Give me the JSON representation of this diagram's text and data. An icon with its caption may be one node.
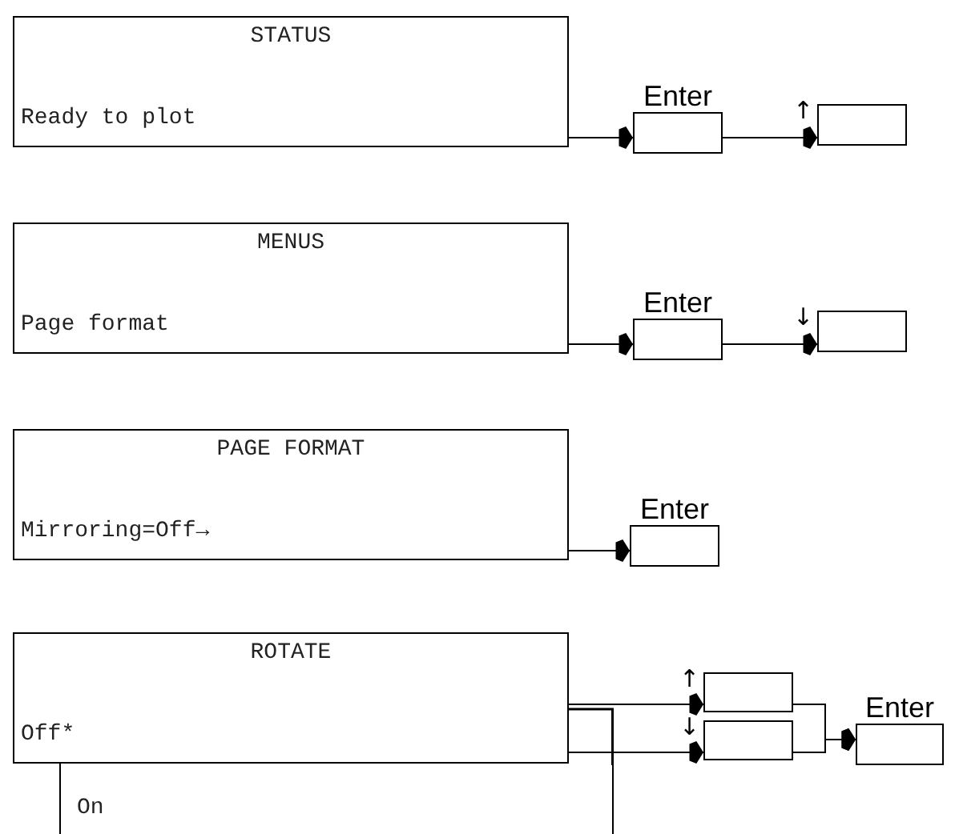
{
  "diagram": {
    "nodes": [
      {
        "text": [
          "STATUS",
          "Ready to plot"
        ]
      },
      {
        "text": [
          "Enter"
        ]
      },
      {
        "text": [],
        "shape": "box",
        "beside": [
          "↑"
        ]
      },
      {
        "text": [
          "MENUS",
          "Page format"
        ]
      },
      {
        "text": [
          "Enter"
        ]
      },
      {
        "text": [],
        "shape": "box",
        "beside": [
          "↓"
        ]
      },
      {
        "text": [
          "PAGE FORMAT",
          "Mirroring=Off→"
        ]
      },
      {
        "text": [
          "Enter"
        ]
      },
      {
        "text": [
          "ROTATE",
          "Off*"
        ]
      },
      {
        "text": [
          "On"
        ]
      },
      {
        "text": [],
        "shape": "box",
        "beside": [
          "↑"
        ]
      },
      {
        "text": [],
        "shape": "box",
        "beside": [
          "↓"
        ]
      },
      {
        "text": [
          "Enter"
        ]
      }
    ],
    "edges": [
      {
        "from": 0,
        "to": 1,
        "arrow": "to"
      },
      {
        "from": 1,
        "to": 2,
        "arrow": "to"
      },
      {
        "from": 3,
        "to": 4,
        "arrow": "to"
      },
      {
        "from": 4,
        "to": 5,
        "arrow": "to"
      },
      {
        "from": 6,
        "to": 7,
        "arrow": "to"
      },
      {
        "from": 8,
        "to": 10,
        "arrow": "to"
      },
      {
        "from": 8,
        "to": 11,
        "arrow": "to"
      },
      {
        "from": 10,
        "to": 12,
        "arrow": "to"
      },
      {
        "from": 11,
        "to": 12,
        "arrow": "to"
      }
    ]
  }
}
